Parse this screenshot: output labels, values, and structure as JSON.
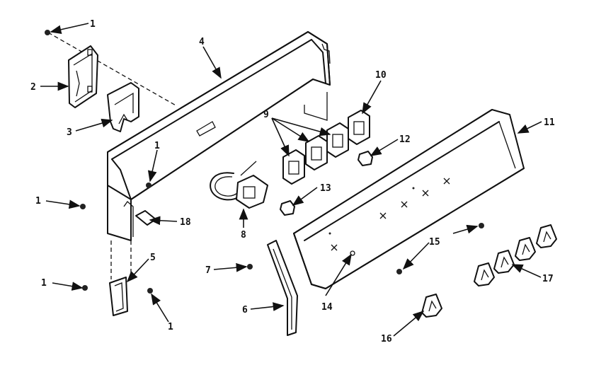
{
  "diagram": {
    "callouts": {
      "c1a": "1",
      "c1b": "1",
      "c1c": "1",
      "c1d": "1",
      "c1e": "1",
      "c2": "2",
      "c3": "3",
      "c4": "4",
      "c5": "5",
      "c6": "6",
      "c7": "7",
      "c8": "8",
      "c9": "9",
      "c10": "10",
      "c11": "11",
      "c12": "12",
      "c13": "13",
      "c14": "14",
      "c15": "15",
      "c16": "16",
      "c17": "17",
      "c18": "18"
    }
  }
}
